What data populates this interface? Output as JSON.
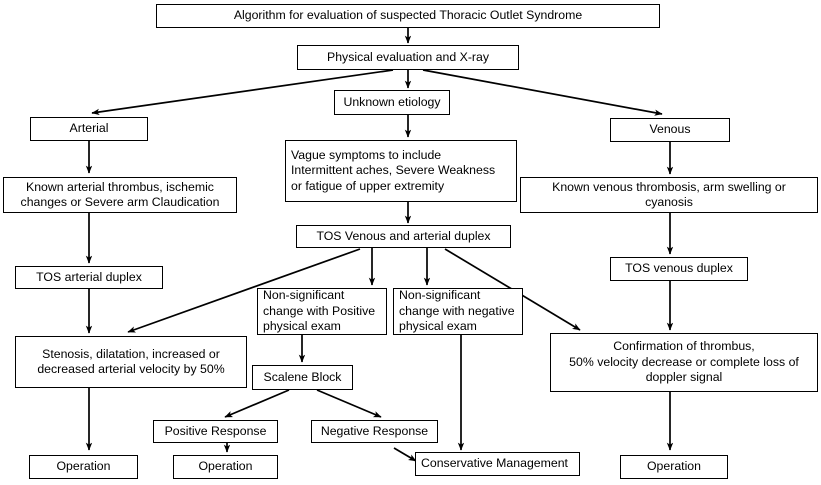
{
  "diagram": {
    "title": "Algorithm for evaluation of suspected Thoracic Outlet Syndrome",
    "type": "flowchart",
    "nodes": [
      {
        "id": "title",
        "label": "Algorithm for evaluation of suspected Thoracic Outlet Syndrome"
      },
      {
        "id": "physical",
        "label": "Physical evaluation and X-ray"
      },
      {
        "id": "unknown",
        "label": "Unknown etiology"
      },
      {
        "id": "arterial",
        "label": "Arterial"
      },
      {
        "id": "venous",
        "label": "Venous"
      },
      {
        "id": "vague",
        "label": "Vague symptoms to include\nIntermittent aches, Severe Weakness\nor fatigue of upper extremity"
      },
      {
        "id": "known-arterial",
        "label": "Known arterial thrombus, ischemic\nchanges or Severe arm Claudication"
      },
      {
        "id": "known-venous",
        "label": "Known venous thrombosis, arm swelling or\ncyanosis"
      },
      {
        "id": "tos-duplex",
        "label": "TOS Venous and arterial duplex"
      },
      {
        "id": "tos-arterial",
        "label": "TOS arterial duplex"
      },
      {
        "id": "tos-venous",
        "label": "TOS venous duplex"
      },
      {
        "id": "nonsig-pos",
        "label": "Non-significant\nchange with Positive\nphysical exam"
      },
      {
        "id": "nonsig-neg",
        "label": "Non-significant\nchange with negative\nphysical exam"
      },
      {
        "id": "stenosis",
        "label": "Stenosis, dilatation, increased or\ndecreased arterial velocity by 50%"
      },
      {
        "id": "confirmation",
        "label": "Confirmation of thrombus,\n50% velocity decrease or complete loss of\ndoppler signal"
      },
      {
        "id": "scalene",
        "label": "Scalene Block"
      },
      {
        "id": "pos-response",
        "label": "Positive Response"
      },
      {
        "id": "neg-response",
        "label": "Negative Response"
      },
      {
        "id": "operation-left",
        "label": "Operation"
      },
      {
        "id": "operation-mid",
        "label": "Operation"
      },
      {
        "id": "conservative",
        "label": "Conservative Management"
      },
      {
        "id": "operation-right",
        "label": "Operation"
      }
    ],
    "colors": {
      "border": "#000000",
      "background": "#ffffff",
      "text": "#000000",
      "edge": "#000000"
    }
  }
}
